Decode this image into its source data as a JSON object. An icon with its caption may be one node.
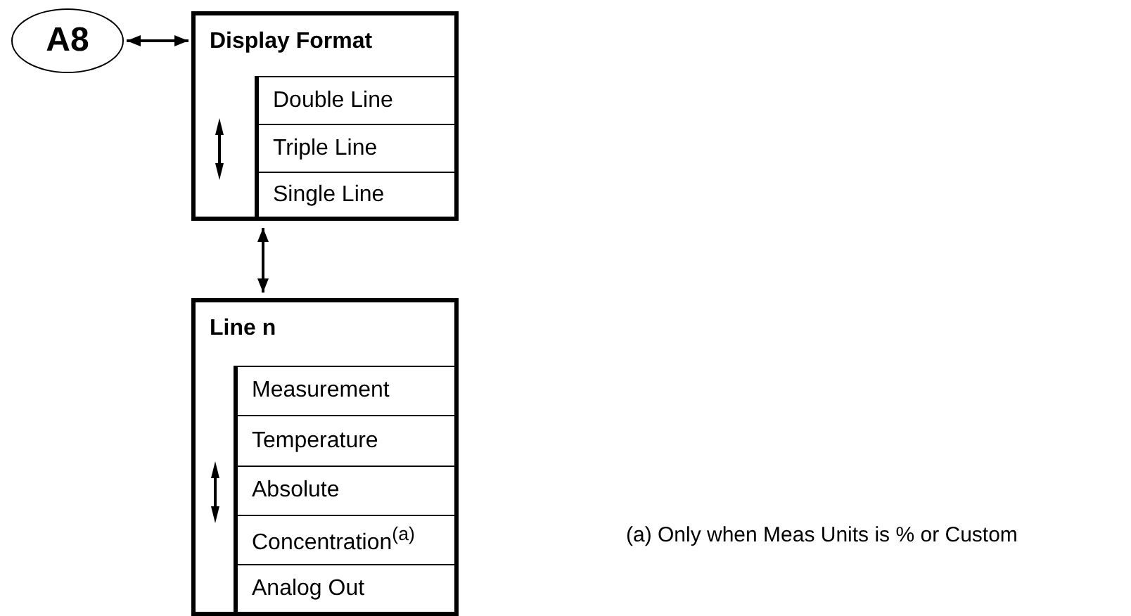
{
  "diagram": {
    "nodes": [
      {
        "text": [
          "A8"
        ]
      },
      {
        "text": [
          "Display Format"
        ]
      },
      {
        "text": [
          "Double Line"
        ],
        "in": 1
      },
      {
        "text": [
          "Triple Line"
        ],
        "in": 1
      },
      {
        "text": [
          "Single Line"
        ],
        "in": 1
      },
      {
        "text": [
          "Line n"
        ]
      },
      {
        "text": [
          "Measurement"
        ],
        "in": 5
      },
      {
        "text": [
          "Temperature"
        ],
        "in": 5
      },
      {
        "text": [
          "Absolute"
        ],
        "in": 5
      },
      {
        "text": [
          "Concentration$^{(a)}$"
        ],
        "in": 5
      },
      {
        "text": [
          "Analog Out"
        ],
        "in": 5
      }
    ],
    "edges": [
      {
        "from": 0,
        "to": 1,
        "arrow": "both"
      },
      {
        "from": 1,
        "to": 5,
        "arrow": "both"
      }
    ],
    "labels": [
      "(a) Only when Meas Units is % or Custom"
    ]
  }
}
